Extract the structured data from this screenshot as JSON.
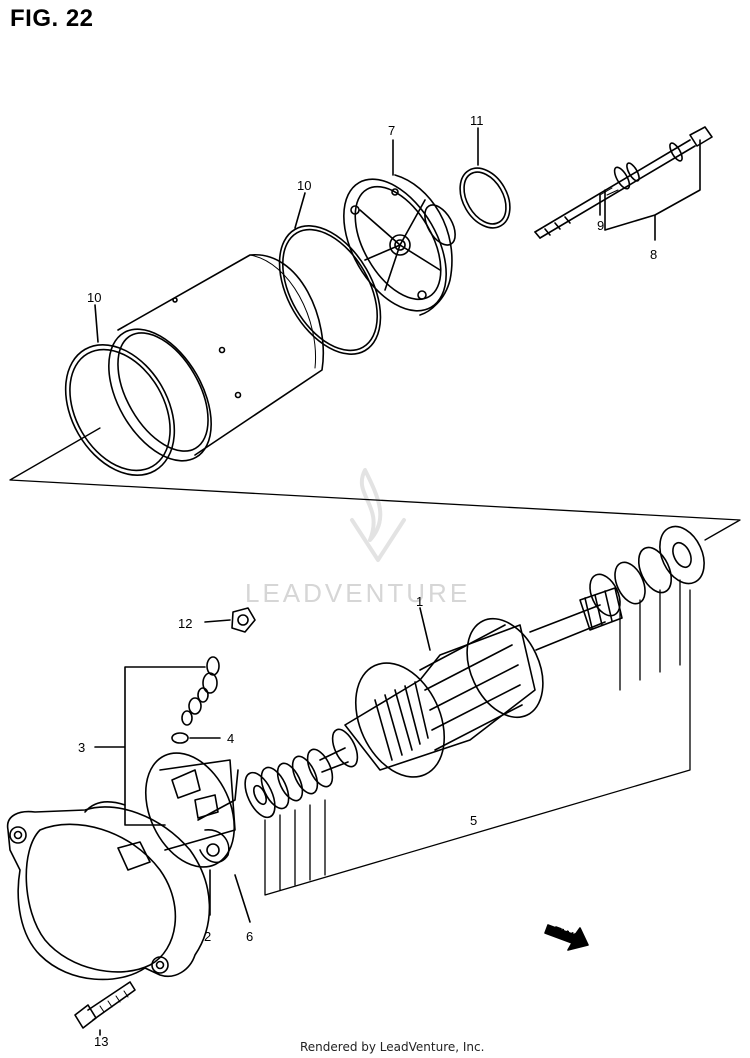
{
  "figure": {
    "title": "FIG. 22"
  },
  "callouts": [
    "1",
    "2",
    "3",
    "4",
    "5",
    "6",
    "7",
    "8",
    "9",
    "10",
    "10",
    "11",
    "12",
    "13"
  ],
  "watermark": {
    "text": "LEADVENTURE"
  },
  "footer": {
    "text": "Rendered by LeadVenture, Inc."
  },
  "fwd_marker": {
    "text": "FWD"
  }
}
